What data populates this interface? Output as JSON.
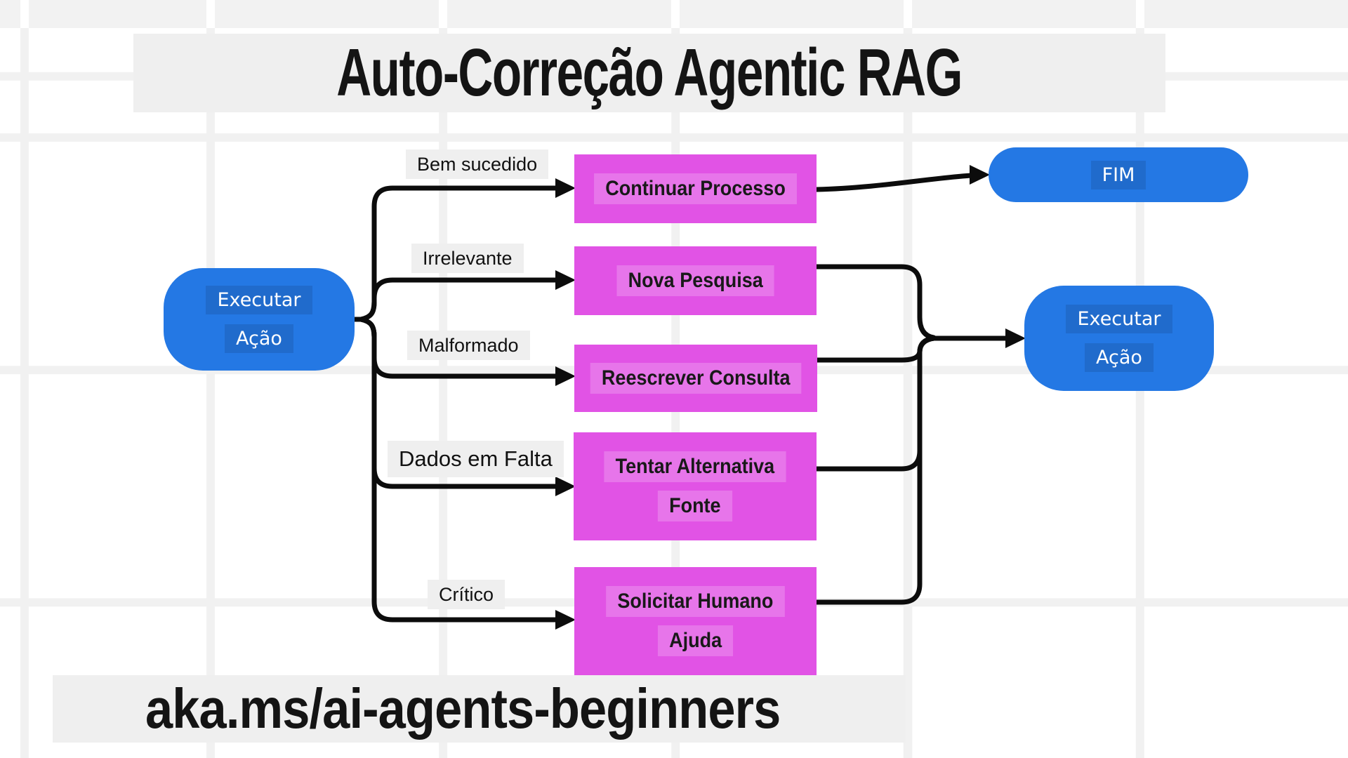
{
  "title": "Auto-Correção Agentic RAG",
  "footer_link": "aka.ms/ai-agents-beginners",
  "colors": {
    "node_blue": "#2478e4",
    "action_magenta": "#e153e5",
    "label_gray": "#efefef",
    "edge_black": "#0c0c0c",
    "grid_line": "#f1f1f1"
  },
  "nodes": {
    "start": {
      "line1": "Executar",
      "line2": "Ação"
    },
    "end_right": {
      "line1": "Executar",
      "line2": "Ação"
    },
    "fim": {
      "label": "FIM"
    }
  },
  "edge_labels": {
    "success": "Bem sucedido",
    "irrelevant": "Irrelevante",
    "malformed": "Malformado",
    "missing_data": "Dados em Falta",
    "critical": "Crítico"
  },
  "actions": {
    "continue_process": {
      "line1": "Continuar Processo"
    },
    "new_search": {
      "line1": "Nova Pesquisa"
    },
    "rewrite_query": {
      "line1": "Reescrever Consulta"
    },
    "try_alternative": {
      "line1": "Tentar Alternativa",
      "line2": "Fonte"
    },
    "request_human": {
      "line1": "Solicitar Humano",
      "line2": "Ajuda"
    }
  }
}
